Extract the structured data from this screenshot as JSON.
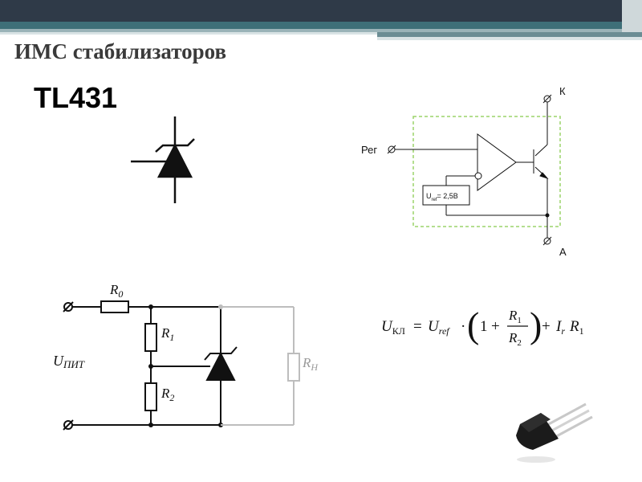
{
  "slide": {
    "title": "ИМС стабилизаторов",
    "chip_name": "TL431"
  },
  "block_diagram": {
    "cathode_label": "К",
    "ref_label": "Рег",
    "vref_label": "U",
    "vref_sub": "ref",
    "vref_value": "= 2,5В",
    "anode_label": "А"
  },
  "circuit": {
    "r0": {
      "base": "R",
      "sub": "0"
    },
    "r1": {
      "base": "R",
      "sub": "1"
    },
    "r2": {
      "base": "R",
      "sub": "2"
    },
    "rh": {
      "base": "R",
      "sub": "Н"
    },
    "supply": {
      "base": "U",
      "sub": "ПИТ"
    }
  },
  "formula": {
    "lhs": "U",
    "lhs_sub": "КЛ",
    "eq": "=",
    "uref": "U",
    "uref_sub": "ref",
    "dot": "·",
    "one": "1",
    "plus": "+",
    "num": "R",
    "num_sub": "1",
    "den": "R",
    "den_sub": "2",
    "ir": "I",
    "ir_sub": "r",
    "r1": "R",
    "r1_sub": "1"
  },
  "colors": {
    "header_dark": "#2f3a48",
    "header_teal": "#3e6f78",
    "title_text": "#3a3a3a",
    "dashed_box": "#9bd36a",
    "load_gray": "#bdbdbd"
  }
}
